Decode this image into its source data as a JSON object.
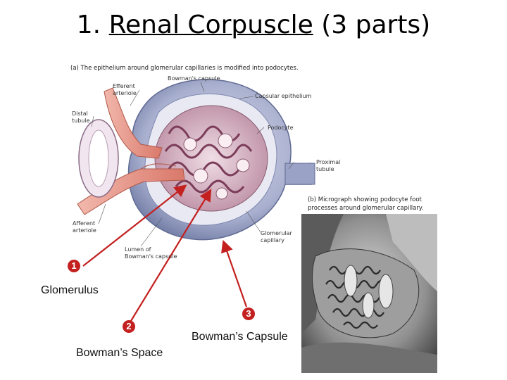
{
  "title": {
    "prefix": "1. ",
    "underlined": "Renal Corpuscle",
    "suffix": " (3 parts)"
  },
  "figure": {
    "caption_a": "(a) The epithelium around glomerular capillaries is modified into podocytes.",
    "caption_b_line1": "(b) Micrograph showing podocyte foot",
    "caption_b_line2": "processes around glomerular capillary.",
    "labels": {
      "bowmans_capsule": "Bowman's capsule",
      "efferent_1": "Efferent",
      "efferent_2": "arteriole",
      "capsular_epithelium": "Capsular epithelium",
      "distal_1": "Distal",
      "distal_2": "tubule",
      "podocyte": "Podocyte",
      "proximal_1": "Proximal",
      "proximal_2": "tubule",
      "afferent_1": "Afferent",
      "afferent_2": "arteriole",
      "glomerular_1": "Glomerular",
      "glomerular_2": "capillary",
      "lumen_1": "Lumen of",
      "lumen_2": "Bowman's capsule"
    }
  },
  "callouts": [
    {
      "number": "1",
      "label": "Glomerulus"
    },
    {
      "number": "2",
      "label": "Bowman’s Space"
    },
    {
      "number": "3",
      "label": "Bowman’s Capsule"
    }
  ],
  "colors": {
    "arrow": "#c3201f",
    "capsule": "#8c97bd",
    "arteriole": "#e79a8c",
    "glomerulus": "#c99ab0"
  }
}
